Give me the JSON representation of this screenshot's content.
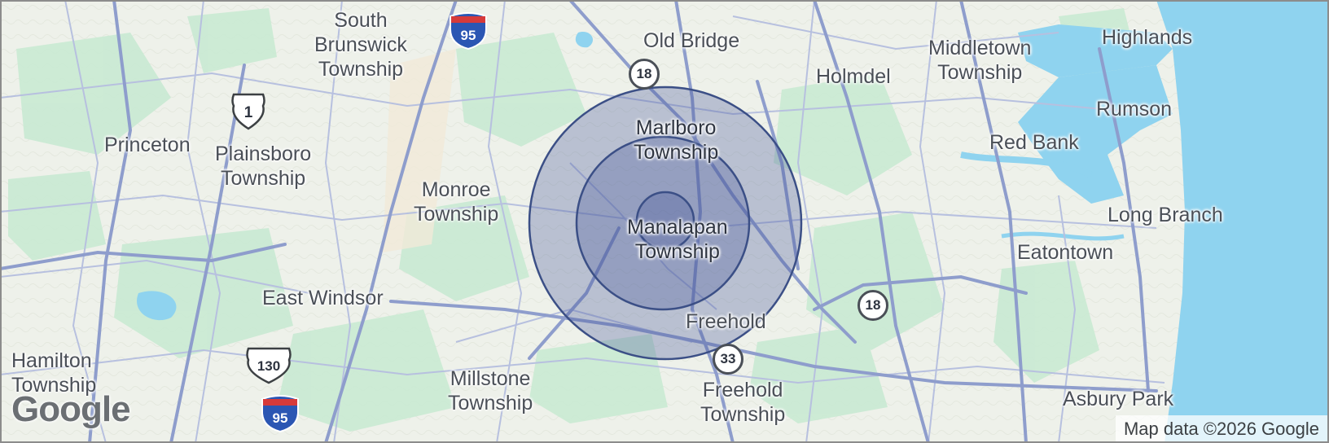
{
  "map": {
    "colors": {
      "land": "#eef1ea",
      "green": "#c9ead3",
      "water": "#8fd3ef",
      "road": "#9aa7cf",
      "highway": "#7f8fc4",
      "radius_fill": "#4a5b9a",
      "radius_stroke": "#3b4f86"
    },
    "places": [
      {
        "id": "south-brunswick",
        "name": "South\nBrunswick\nTownship"
      },
      {
        "id": "old-bridge",
        "name": "Old Bridge"
      },
      {
        "id": "holmdel",
        "name": "Holmdel"
      },
      {
        "id": "middletown",
        "name": "Middletown\nTownship"
      },
      {
        "id": "highlands",
        "name": "Highlands"
      },
      {
        "id": "rumson",
        "name": "Rumson"
      },
      {
        "id": "red-bank",
        "name": "Red Bank"
      },
      {
        "id": "princeton",
        "name": "Princeton"
      },
      {
        "id": "plainsboro",
        "name": "Plainsboro\nTownship"
      },
      {
        "id": "marlboro",
        "name": "Marlboro\nTownship"
      },
      {
        "id": "monroe",
        "name": "Monroe\nTownship"
      },
      {
        "id": "manalapan",
        "name": "Manalapan\nTownship"
      },
      {
        "id": "long-branch",
        "name": "Long Branch"
      },
      {
        "id": "eatontown",
        "name": "Eatontown"
      },
      {
        "id": "east-windsor",
        "name": "East Windsor"
      },
      {
        "id": "freehold",
        "name": "Freehold"
      },
      {
        "id": "hamilton",
        "name": "Hamilton\nTownship"
      },
      {
        "id": "millstone",
        "name": "Millstone\nTownship"
      },
      {
        "id": "freehold-township",
        "name": "Freehold\nTownship"
      },
      {
        "id": "asbury-park",
        "name": "Asbury Park"
      }
    ],
    "shields": [
      {
        "id": "i95-north",
        "type": "interstate",
        "number": "95"
      },
      {
        "id": "i95-south",
        "type": "interstate",
        "number": "95"
      },
      {
        "id": "us1",
        "type": "us",
        "number": "1"
      },
      {
        "id": "us130",
        "type": "us",
        "number": "130"
      },
      {
        "id": "nj18-north",
        "type": "state",
        "number": "18"
      },
      {
        "id": "nj18-east",
        "type": "state",
        "number": "18"
      },
      {
        "id": "nj33",
        "type": "state",
        "number": "33"
      }
    ],
    "logo": "Google",
    "attribution": "Map data ©2026 Google"
  }
}
